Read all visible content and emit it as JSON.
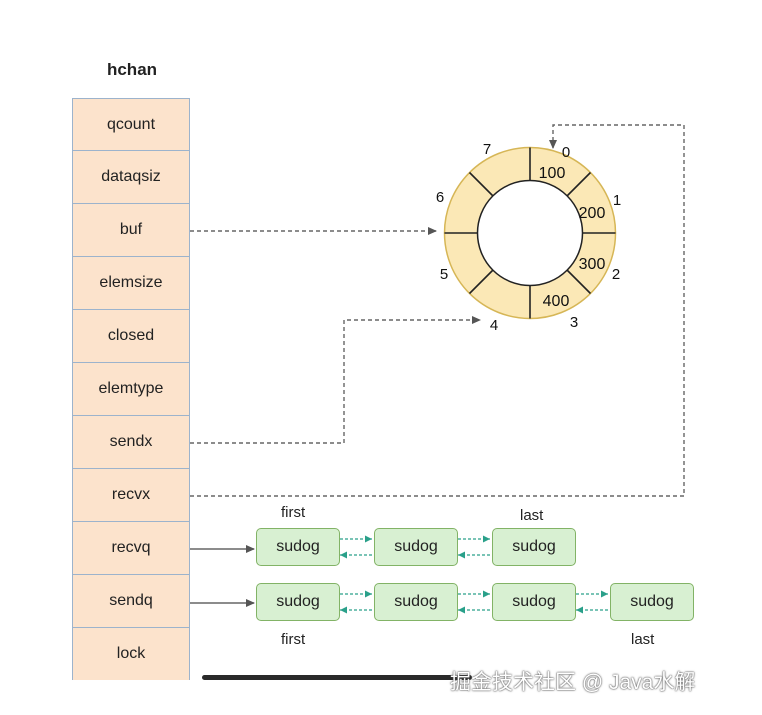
{
  "struct": {
    "title": "hchan",
    "fields": [
      "qcount",
      "dataqsiz",
      "buf",
      "elemsize",
      "closed",
      "elemtype",
      "sendx",
      "recvx",
      "recvq",
      "sendq",
      "lock"
    ]
  },
  "ring": {
    "slots": [
      {
        "index": "0",
        "value": "100"
      },
      {
        "index": "1",
        "value": "200"
      },
      {
        "index": "2",
        "value": "300"
      },
      {
        "index": "3",
        "value": "400"
      },
      {
        "index": "4",
        "value": ""
      },
      {
        "index": "5",
        "value": ""
      },
      {
        "index": "6",
        "value": ""
      },
      {
        "index": "7",
        "value": ""
      }
    ],
    "fill_color": "#fbe8b6",
    "stroke_color": "#d6b656"
  },
  "recvq": {
    "nodes": [
      "sudog",
      "sudog",
      "sudog"
    ],
    "first_label": "first",
    "last_label": "last"
  },
  "sendq": {
    "nodes": [
      "sudog",
      "sudog",
      "sudog",
      "sudog"
    ],
    "first_label": "first",
    "last_label": "last"
  },
  "colors": {
    "field_fill": "#fce3cc",
    "field_border": "#9cb3cc",
    "sudog_fill": "#d8f0d2",
    "sudog_border": "#82b366",
    "link_arrow": "#2aa08a"
  },
  "watermark": "掘金技术社区 @ Java水解"
}
